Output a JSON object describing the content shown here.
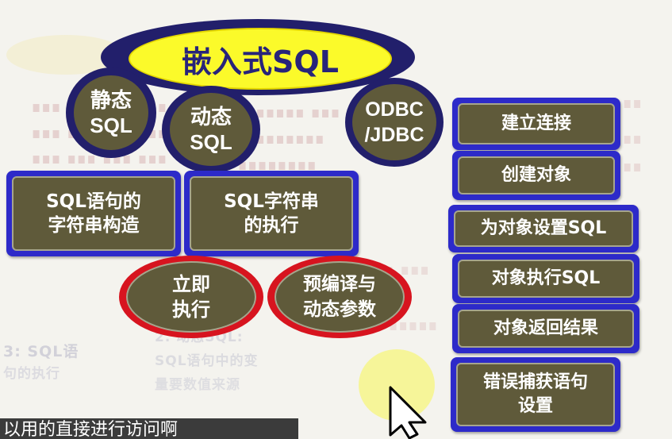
{
  "root": {
    "label": "嵌入式SQL"
  },
  "level1": {
    "static": "静态\nSQL",
    "dynamic": "动态\nSQL",
    "odbc": "ODBC\n/JDBC"
  },
  "dynamic_children": {
    "string_build": "SQL语句的\n字符串构造",
    "string_exec": "SQL字符串\n的执行"
  },
  "exec_modes": {
    "immediate": "立即\n执行",
    "prepared": "预编译与\n动态参数"
  },
  "odbc_steps": [
    "建立连接",
    "创建对象",
    "为对象设置SQL",
    "对象执行SQL",
    "对象返回结果",
    "错误捕获语句\n设置"
  ],
  "background_ghost": {
    "left_label": "3: SQL语",
    "left_label2": "句的执行",
    "mid_line1": "SQL语句中的变",
    "mid_line2": "量要数值来源",
    "mid_prefix": "2. 动态SQL:"
  },
  "caption": {
    "text": "以用的直接进行访问啊"
  },
  "colors": {
    "navy": "#221f6b",
    "olive": "#5f5a3a",
    "blue_frame": "#2d2ac9",
    "yellow": "#fbfa2a",
    "red_ring": "#d7141f"
  }
}
